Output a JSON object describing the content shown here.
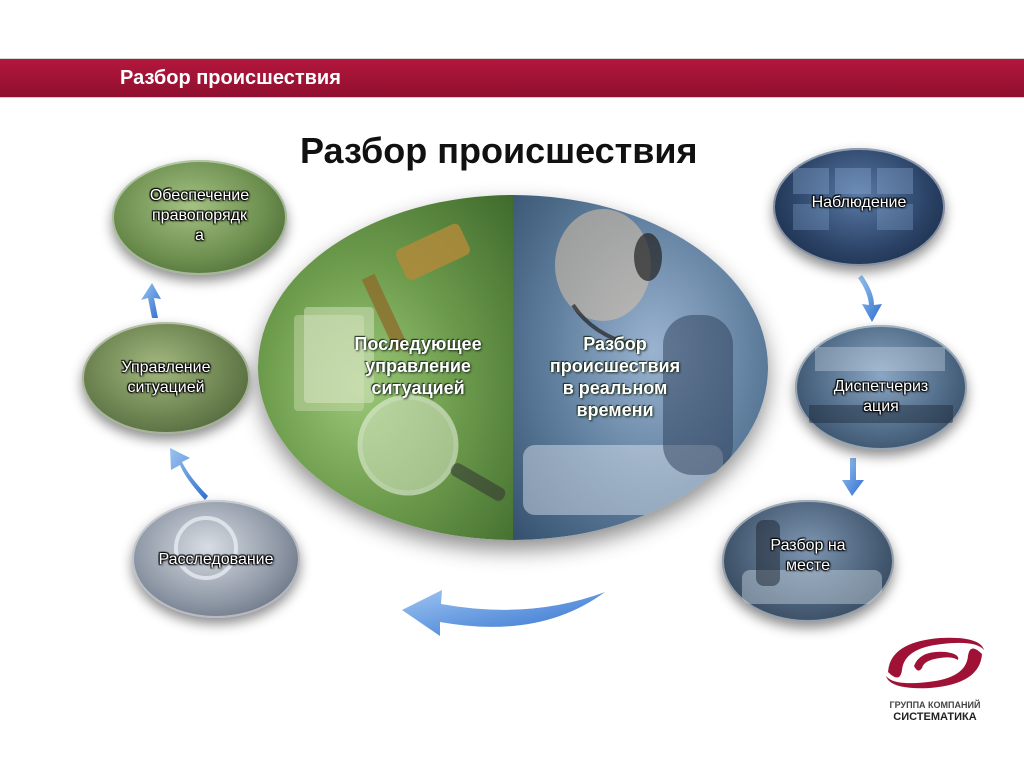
{
  "header": {
    "title": "Разбор происшествия"
  },
  "main_title": "Разбор происшествия",
  "center": {
    "left_label_lines": [
      "Последующее",
      "управление",
      "ситуацией"
    ],
    "right_label_lines": [
      "Разбор",
      "происшествия",
      "в реальном",
      "времени"
    ]
  },
  "nodes": [
    {
      "id": "order",
      "lines": [
        "Обеспечение",
        "правопорядк",
        "а"
      ]
    },
    {
      "id": "situation",
      "lines": [
        "Управление",
        "ситуацией"
      ]
    },
    {
      "id": "investigation",
      "lines": [
        "Расследование"
      ]
    },
    {
      "id": "observation",
      "lines": [
        "Наблюдение"
      ]
    },
    {
      "id": "dispatch",
      "lines": [
        "Диспетчериз",
        "ация"
      ]
    },
    {
      "id": "onsite",
      "lines": [
        "Разбор на",
        "месте"
      ]
    }
  ],
  "colors": {
    "brand": "#a01235",
    "arrow": "#3a7fd8",
    "green": "#6e9c4d",
    "blue": "#61809f"
  },
  "logo": {
    "line1": "ГРУППА КОМПАНИЙ",
    "line2": "СИСТЕМАТИКА"
  }
}
